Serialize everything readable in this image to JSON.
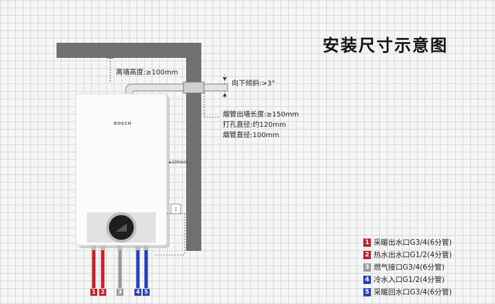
{
  "title": "安装尺寸示意图",
  "labels": {
    "wall_height": "离墙高度:≥100mm",
    "tilt": "向下倾斜:>3°",
    "flue_length": "烟管出墙长度:≥150mm",
    "hole_diameter": "打孔直径:约120mm",
    "flue_diameter": "烟管直径:100mm",
    "side_gap": "≥100mm",
    "brand": "BOSCH"
  },
  "pipes": [
    {
      "num": "1",
      "color": "#c8202a"
    },
    {
      "num": "2",
      "color": "#c8202a"
    },
    {
      "num": "3",
      "color": "#9a9a9a"
    },
    {
      "num": "4",
      "color": "#2a3fbf"
    },
    {
      "num": "5",
      "color": "#2a3fbf"
    }
  ],
  "legend": [
    {
      "num": "1",
      "text": "采暖出水口G3/4(6分管)",
      "color": "#c8202a"
    },
    {
      "num": "2",
      "text": "热水出水口G1/2(4分管)",
      "color": "#c8202a"
    },
    {
      "num": "3",
      "text": "燃气接口G3/4(6分管)",
      "color": "#9a9a9a"
    },
    {
      "num": "4",
      "text": "冷水入口G1/2(4分管)",
      "color": "#2a3fbf"
    },
    {
      "num": "5",
      "text": "采暖回水口G3/4(6分管)",
      "color": "#2a3fbf"
    }
  ]
}
